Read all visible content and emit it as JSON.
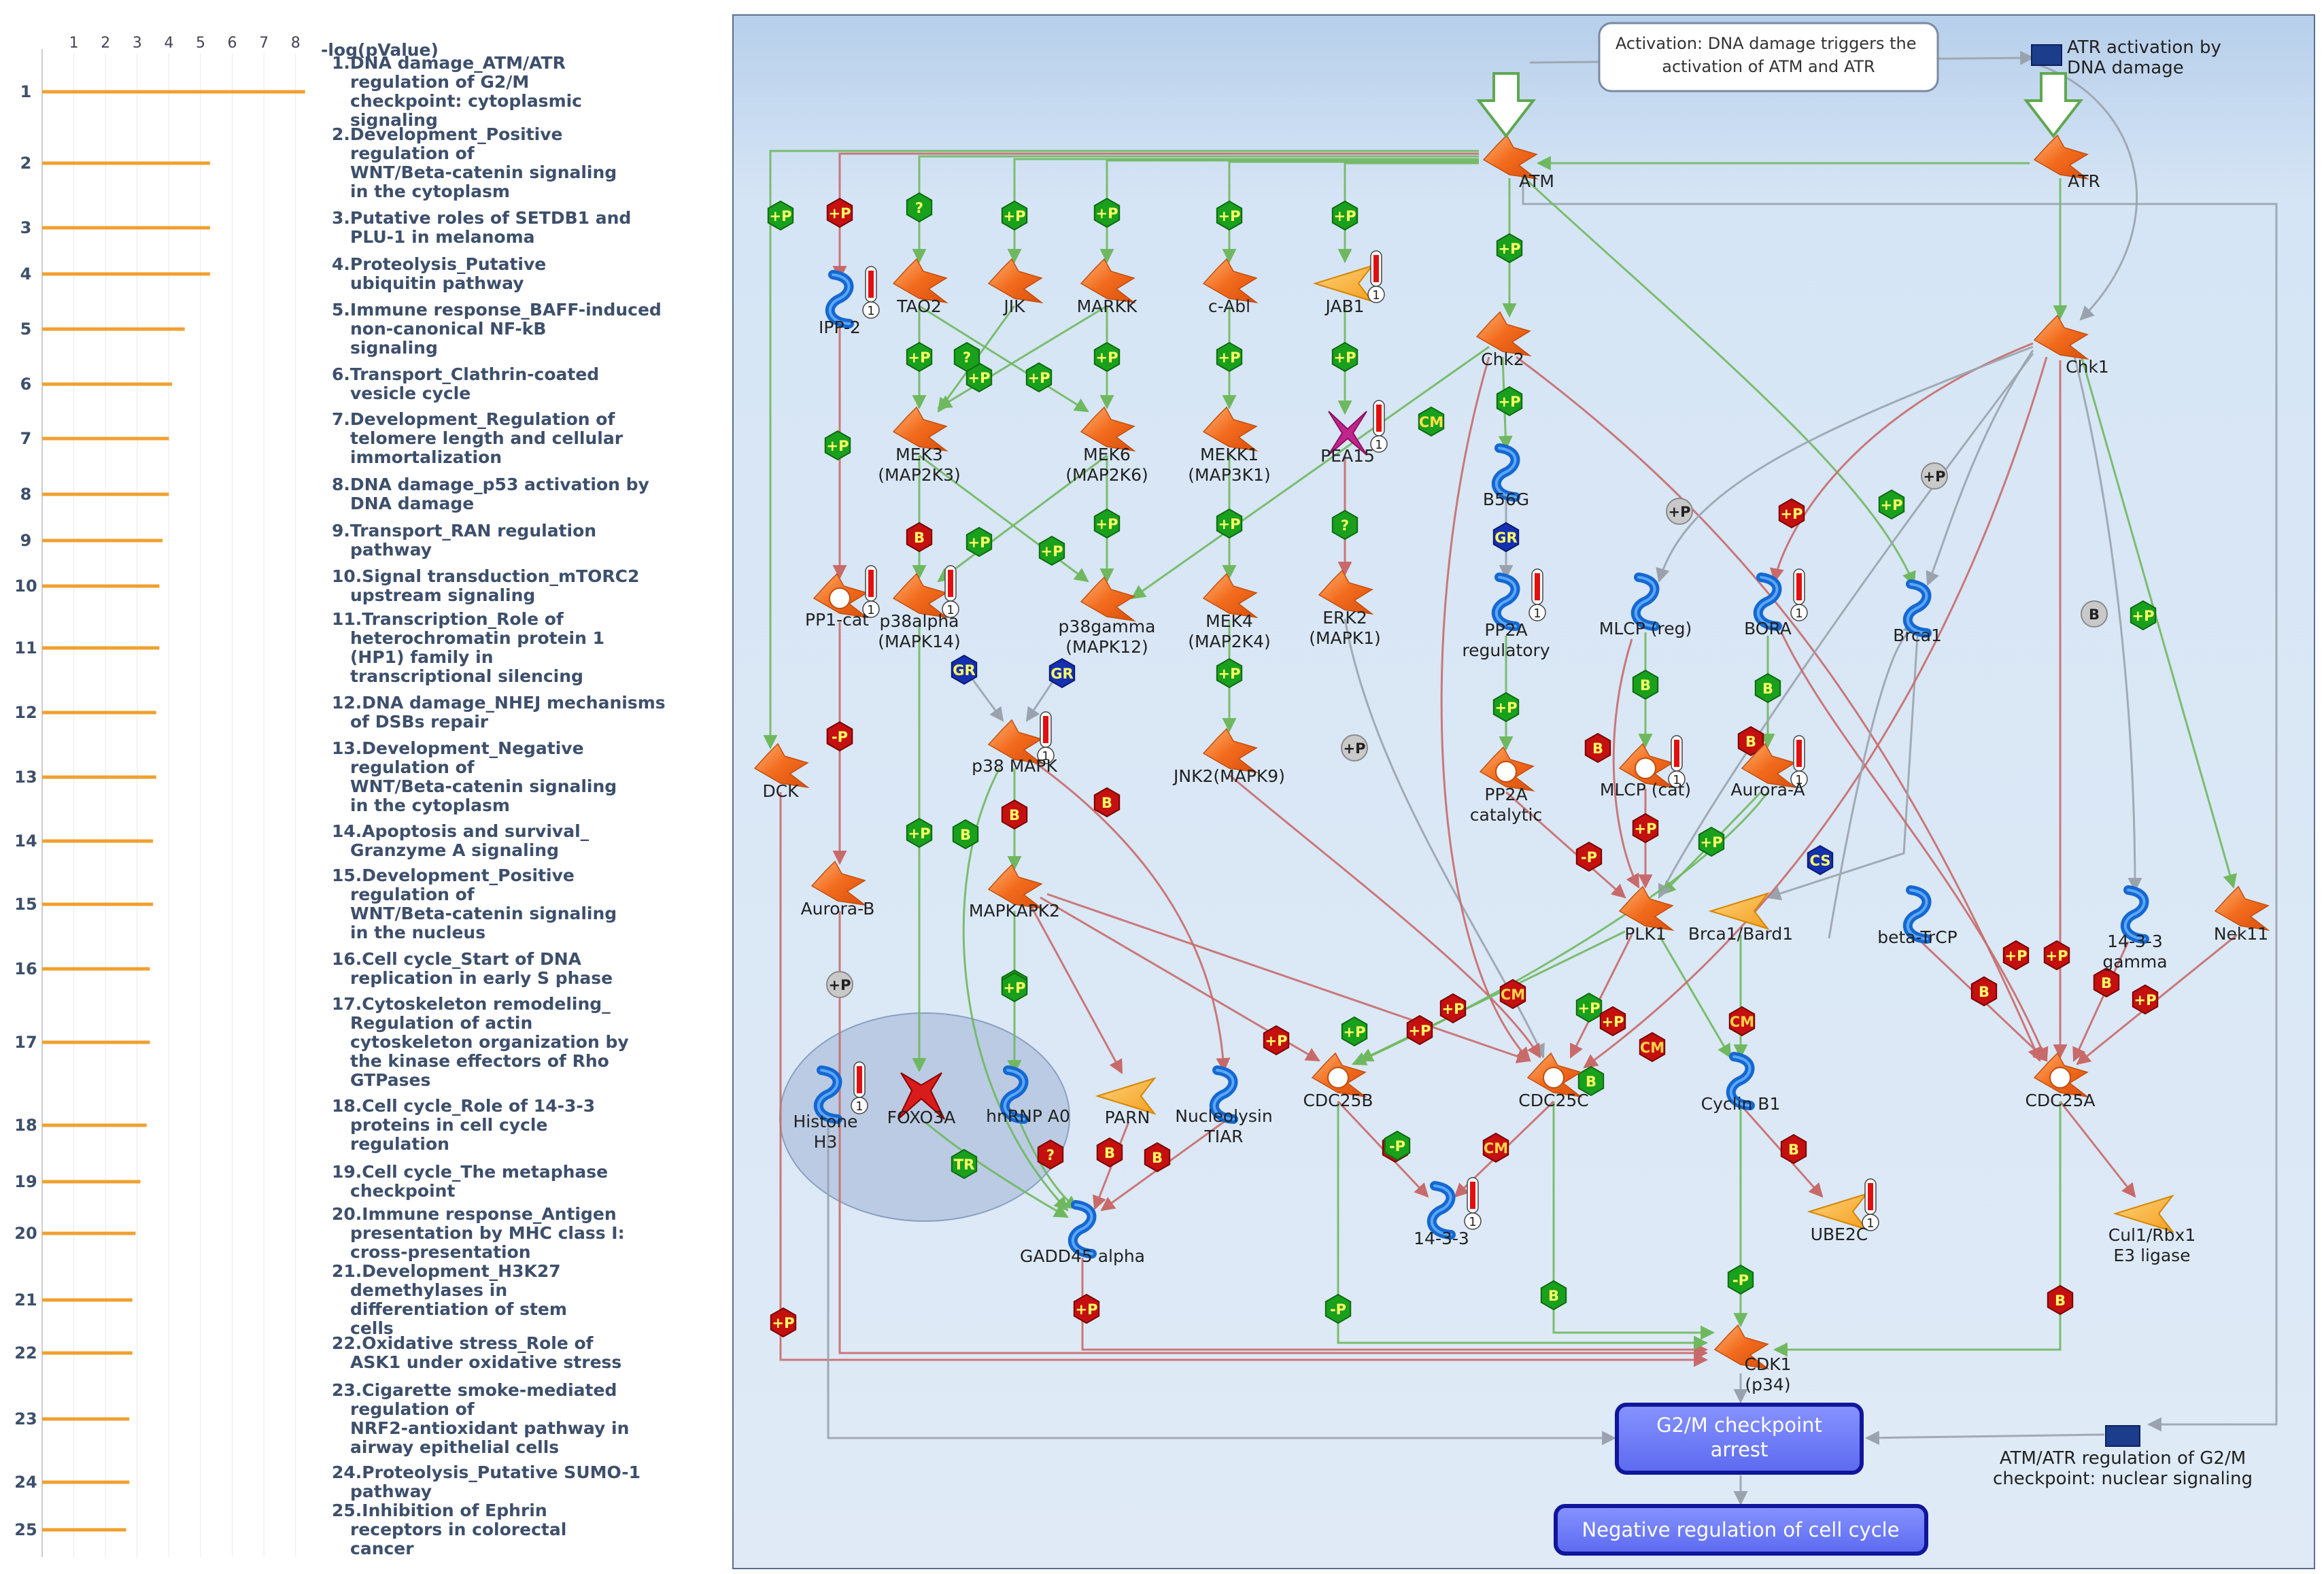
{
  "left_panel": {
    "axis_title": "-log(pValue)",
    "axis_ticks": [
      "1",
      "2",
      "3",
      "4",
      "5",
      "6",
      "7",
      "8"
    ],
    "bar_color": "#f0a030"
  },
  "chart_data": {
    "type": "bar",
    "orientation": "horizontal",
    "xlabel": "-log(pValue)",
    "xlim": [
      0,
      8.5
    ],
    "categories": [
      "1",
      "2",
      "3",
      "4",
      "5",
      "6",
      "7",
      "8",
      "9",
      "10",
      "11",
      "12",
      "13",
      "14",
      "15",
      "16",
      "17",
      "18",
      "19",
      "20",
      "21",
      "22",
      "23",
      "24",
      "25"
    ],
    "values": [
      8.3,
      5.3,
      5.3,
      5.3,
      4.5,
      4.1,
      4.0,
      4.0,
      3.8,
      3.7,
      3.7,
      3.6,
      3.6,
      3.5,
      3.5,
      3.4,
      3.4,
      3.3,
      3.1,
      2.95,
      2.85,
      2.85,
      2.75,
      2.75,
      2.65
    ],
    "pathways": [
      "1.DNA damage_ATM/ATR regulation of G2/M checkpoint: cytoplasmic signaling",
      "2.Development_Positive regulation of WNT/Beta-catenin signaling in the cytoplasm",
      "3.Putative roles of SETDB1 and PLU-1 in melanoma",
      "4.Proteolysis_Putative ubiquitin pathway",
      "5.Immune response_BAFF-induced non-canonical NF-kB signaling",
      "6.Transport_Clathrin-coated vesicle cycle",
      "7.Development_Regulation of telomere length and cellular immortalization",
      "8.DNA damage_p53 activation by DNA damage",
      "9.Transport_RAN regulation pathway",
      "10.Signal transduction_mTORC2 upstream signaling",
      "11.Transcription_Role of heterochromatin protein 1 (HP1) family in transcriptional silencing",
      "12.DNA damage_NHEJ mechanisms of DSBs repair",
      "13.Development_Negative regulation of WNT/Beta-catenin signaling in the cytoplasm",
      "14.Apoptosis and survival_ Granzyme A signaling",
      "15.Development_Positive regulation of WNT/Beta-catenin signaling in the nucleus",
      "16.Cell cycle_Start of DNA replication in early S phase",
      "17.Cytoskeleton remodeling_ Regulation of actin cytoskeleton organization by the kinase effectors of Rho GTPases",
      "18.Cell cycle_Role of 14-3-3 proteins in cell cycle regulation",
      "19.Cell cycle_The metaphase checkpoint",
      "20.Immune response_Antigen presentation by MHC class I: cross-presentation",
      "21.Development_H3K27 demethylases in differentiation of stem cells",
      "22.Oxidative stress_Role of ASK1 under oxidative stress",
      "23.Cigarette smoke-mediated regulation of NRF2-antioxidant pathway in airway epithelial cells",
      "24.Proteolysis_Putative SUMO-1 pathway",
      "25.Inhibition of Ephrin receptors in colorectal cancer"
    ]
  },
  "pathway_map": {
    "activation_note": "Activation: DNA damage triggers the activation of ATM and ATR",
    "atr_activation_label": "ATR activation by DNA damage",
    "nuclear_signaling_label": "ATM/ATR regulation of G2/M checkpoint: nuclear signaling",
    "checkpoint_box": "G2/M checkpoint arrest",
    "negative_regulation_box": "Negative regulation of cell cycle",
    "colors": {
      "background_top": "#bcd2ec",
      "background": "#dde9f6",
      "kinase": "#f26b1d",
      "protein": "#1a72d6",
      "activation_edge": "#6fb85f",
      "inhibition_edge": "#c56a6a",
      "box_fill": "#6f7ef5",
      "box_border": "#10169a"
    },
    "nodes": [
      {
        "id": "ATM",
        "label": "ATM",
        "kind": "kinase"
      },
      {
        "id": "ATR",
        "label": "ATR",
        "kind": "kinase"
      },
      {
        "id": "Chk2",
        "label": "Chk2",
        "kind": "kinase"
      },
      {
        "id": "Chk1",
        "label": "Chk1",
        "kind": "kinase"
      },
      {
        "id": "IPP2",
        "label": "IPP-2",
        "kind": "protein"
      },
      {
        "id": "TAO2",
        "label": "TAO2",
        "kind": "kinase"
      },
      {
        "id": "JIK",
        "label": "JIK",
        "kind": "kinase"
      },
      {
        "id": "MARKK",
        "label": "MARKK",
        "kind": "kinase"
      },
      {
        "id": "cAbl",
        "label": "c-Abl",
        "kind": "kinase"
      },
      {
        "id": "JAB1",
        "label": "JAB1",
        "kind": "enzyme"
      },
      {
        "id": "MEK3",
        "label": "MEK3 (MAP2K3)",
        "kind": "kinase"
      },
      {
        "id": "MEK6",
        "label": "MEK6 (MAP2K6)",
        "kind": "kinase"
      },
      {
        "id": "MEKK1",
        "label": "MEKK1 (MAP3K1)",
        "kind": "kinase"
      },
      {
        "id": "PEA15",
        "label": "PEA15",
        "kind": "generic"
      },
      {
        "id": "B56G",
        "label": "B56G",
        "kind": "protein"
      },
      {
        "id": "PP1cat",
        "label": "PP1-cat",
        "kind": "phosphatase"
      },
      {
        "id": "p38alpha",
        "label": "p38alpha (MAPK14)",
        "kind": "kinase"
      },
      {
        "id": "p38gamma",
        "label": "p38gamma (MAPK12)",
        "kind": "kinase"
      },
      {
        "id": "MEK4",
        "label": "MEK4 (MAP2K4)",
        "kind": "kinase"
      },
      {
        "id": "ERK2",
        "label": "ERK2 (MAPK1)",
        "kind": "kinase"
      },
      {
        "id": "PP2Areg",
        "label": "PP2A regulatory",
        "kind": "protein"
      },
      {
        "id": "MLCPreg",
        "label": "MLCP (reg)",
        "kind": "protein"
      },
      {
        "id": "BORA",
        "label": "BORA",
        "kind": "protein"
      },
      {
        "id": "Brca1",
        "label": "Brca1",
        "kind": "protein"
      },
      {
        "id": "DCK",
        "label": "DCK",
        "kind": "kinase"
      },
      {
        "id": "p38MAPK",
        "label": "p38 MAPK",
        "kind": "kinase"
      },
      {
        "id": "JNK2",
        "label": "JNK2(MAPK9)",
        "kind": "kinase"
      },
      {
        "id": "PP2Acat",
        "label": "PP2A catalytic",
        "kind": "phosphatase"
      },
      {
        "id": "MLCPcat",
        "label": "MLCP (cat)",
        "kind": "phosphatase"
      },
      {
        "id": "AuroraA",
        "label": "Aurora-A",
        "kind": "kinase"
      },
      {
        "id": "AuroraB",
        "label": "Aurora-B",
        "kind": "kinase"
      },
      {
        "id": "MAPKAPK2",
        "label": "MAPKAPK2",
        "kind": "kinase"
      },
      {
        "id": "PLK1",
        "label": "PLK1",
        "kind": "kinase"
      },
      {
        "id": "Brca1Bard1",
        "label": "Brca1/Bard1",
        "kind": "enzyme"
      },
      {
        "id": "betaTrCP",
        "label": "beta-TrCP",
        "kind": "protein"
      },
      {
        "id": "g1433",
        "label": "14-3-3 gamma",
        "kind": "protein"
      },
      {
        "id": "Nek11",
        "label": "Nek11",
        "kind": "kinase"
      },
      {
        "id": "HistoneH3",
        "label": "Histone H3",
        "kind": "protein"
      },
      {
        "id": "FOXO3A",
        "label": "FOXO3A",
        "kind": "tf"
      },
      {
        "id": "hnRNPA0",
        "label": "hnRNP A0",
        "kind": "protein"
      },
      {
        "id": "PARN",
        "label": "PARN",
        "kind": "enzyme"
      },
      {
        "id": "Nucleolysin",
        "label": "Nucleolysin TIAR",
        "kind": "protein"
      },
      {
        "id": "CDC25B",
        "label": "CDC25B",
        "kind": "phosphatase"
      },
      {
        "id": "CDC25C",
        "label": "CDC25C",
        "kind": "phosphatase"
      },
      {
        "id": "CyclinB1",
        "label": "Cyclin B1",
        "kind": "protein"
      },
      {
        "id": "CDC25A",
        "label": "CDC25A",
        "kind": "phosphatase"
      },
      {
        "id": "p1433",
        "label": "14-3-3",
        "kind": "protein"
      },
      {
        "id": "UBE2C",
        "label": "UBE2C",
        "kind": "enzyme"
      },
      {
        "id": "Cul1",
        "label": "Cul1/Rbx1 E3 ligase",
        "kind": "enzyme"
      },
      {
        "id": "GADD45",
        "label": "GADD45 alpha",
        "kind": "protein"
      },
      {
        "id": "CDK1",
        "label": "CDK1 (p34)",
        "kind": "kinase"
      }
    ],
    "badges": [
      {
        "text": "+P",
        "color": "green"
      },
      {
        "text": "+P",
        "color": "red"
      },
      {
        "text": "?",
        "color": "green"
      },
      {
        "text": "+P",
        "color": "green"
      },
      {
        "text": "+P",
        "color": "green"
      },
      {
        "text": "+P",
        "color": "green"
      },
      {
        "text": "+P",
        "color": "green"
      },
      {
        "text": "+P",
        "color": "green"
      },
      {
        "text": "+P",
        "color": "green"
      },
      {
        "text": "+P",
        "color": "green"
      },
      {
        "text": "+P",
        "color": "green"
      },
      {
        "text": "?",
        "color": "green"
      },
      {
        "text": "+P",
        "color": "green"
      },
      {
        "text": "+P",
        "color": "green"
      },
      {
        "text": "+P",
        "color": "green"
      },
      {
        "text": "+P",
        "color": "green"
      },
      {
        "text": "CM",
        "color": "green"
      },
      {
        "text": "+P",
        "color": "green"
      },
      {
        "text": "?",
        "color": "green"
      },
      {
        "text": "B",
        "color": "red"
      },
      {
        "text": "+P",
        "color": "green"
      },
      {
        "text": "+P",
        "color": "green"
      },
      {
        "text": "+P",
        "color": "green"
      },
      {
        "text": "+P",
        "color": "green"
      },
      {
        "text": "+P",
        "color": "green"
      },
      {
        "text": "B",
        "color": "red"
      },
      {
        "text": "GR",
        "color": "blue"
      },
      {
        "text": "+P",
        "color": "gray"
      },
      {
        "text": "+P",
        "color": "red"
      },
      {
        "text": "+P",
        "color": "green"
      },
      {
        "text": "+P",
        "color": "gray"
      },
      {
        "text": "GR",
        "color": "blue"
      },
      {
        "text": "GR",
        "color": "blue"
      },
      {
        "text": "B",
        "color": "green"
      },
      {
        "text": "B",
        "color": "green"
      },
      {
        "text": "B",
        "color": "gray"
      },
      {
        "text": "+P",
        "color": "green"
      },
      {
        "text": "B",
        "color": "red"
      },
      {
        "text": "-P",
        "color": "red"
      },
      {
        "text": "B",
        "color": "red"
      },
      {
        "text": "+P",
        "color": "green"
      },
      {
        "text": "+P",
        "color": "gray"
      },
      {
        "text": "+P",
        "color": "green"
      },
      {
        "text": "B",
        "color": "green"
      },
      {
        "text": "B",
        "color": "red"
      },
      {
        "text": "-P",
        "color": "red"
      },
      {
        "text": "+P",
        "color": "red"
      },
      {
        "text": "+P",
        "color": "green"
      },
      {
        "text": "CS",
        "color": "blue"
      },
      {
        "text": "+P",
        "color": "gray"
      },
      {
        "text": "+P",
        "color": "green"
      },
      {
        "text": "+P",
        "color": "green"
      },
      {
        "text": "B",
        "color": "red"
      },
      {
        "text": "+P",
        "color": "red"
      },
      {
        "text": "+P",
        "color": "red"
      },
      {
        "text": "B",
        "color": "red"
      },
      {
        "text": "+P",
        "color": "red"
      },
      {
        "text": "+P",
        "color": "red"
      },
      {
        "text": "+P",
        "color": "green"
      },
      {
        "text": "+P",
        "color": "red"
      },
      {
        "text": "+P",
        "color": "red"
      },
      {
        "text": "CM",
        "color": "red"
      },
      {
        "text": "+P",
        "color": "green"
      },
      {
        "text": "+P",
        "color": "red"
      },
      {
        "text": "CM",
        "color": "red"
      },
      {
        "text": "CM",
        "color": "red"
      },
      {
        "text": "B",
        "color": "green"
      },
      {
        "text": "?",
        "color": "red"
      },
      {
        "text": "B",
        "color": "red"
      },
      {
        "text": "TR",
        "color": "green"
      },
      {
        "text": "B",
        "color": "red"
      },
      {
        "text": "B",
        "color": "red"
      },
      {
        "text": "CM",
        "color": "red"
      },
      {
        "text": "B",
        "color": "red"
      },
      {
        "text": "-P",
        "color": "green"
      },
      {
        "text": "-P",
        "color": "green"
      },
      {
        "text": "B",
        "color": "green"
      },
      {
        "text": "-P",
        "color": "green"
      },
      {
        "text": "B",
        "color": "red"
      },
      {
        "text": "+P",
        "color": "red"
      },
      {
        "text": "B",
        "color": "red"
      },
      {
        "text": "+P",
        "color": "red"
      }
    ],
    "thermometer_value": "1"
  }
}
